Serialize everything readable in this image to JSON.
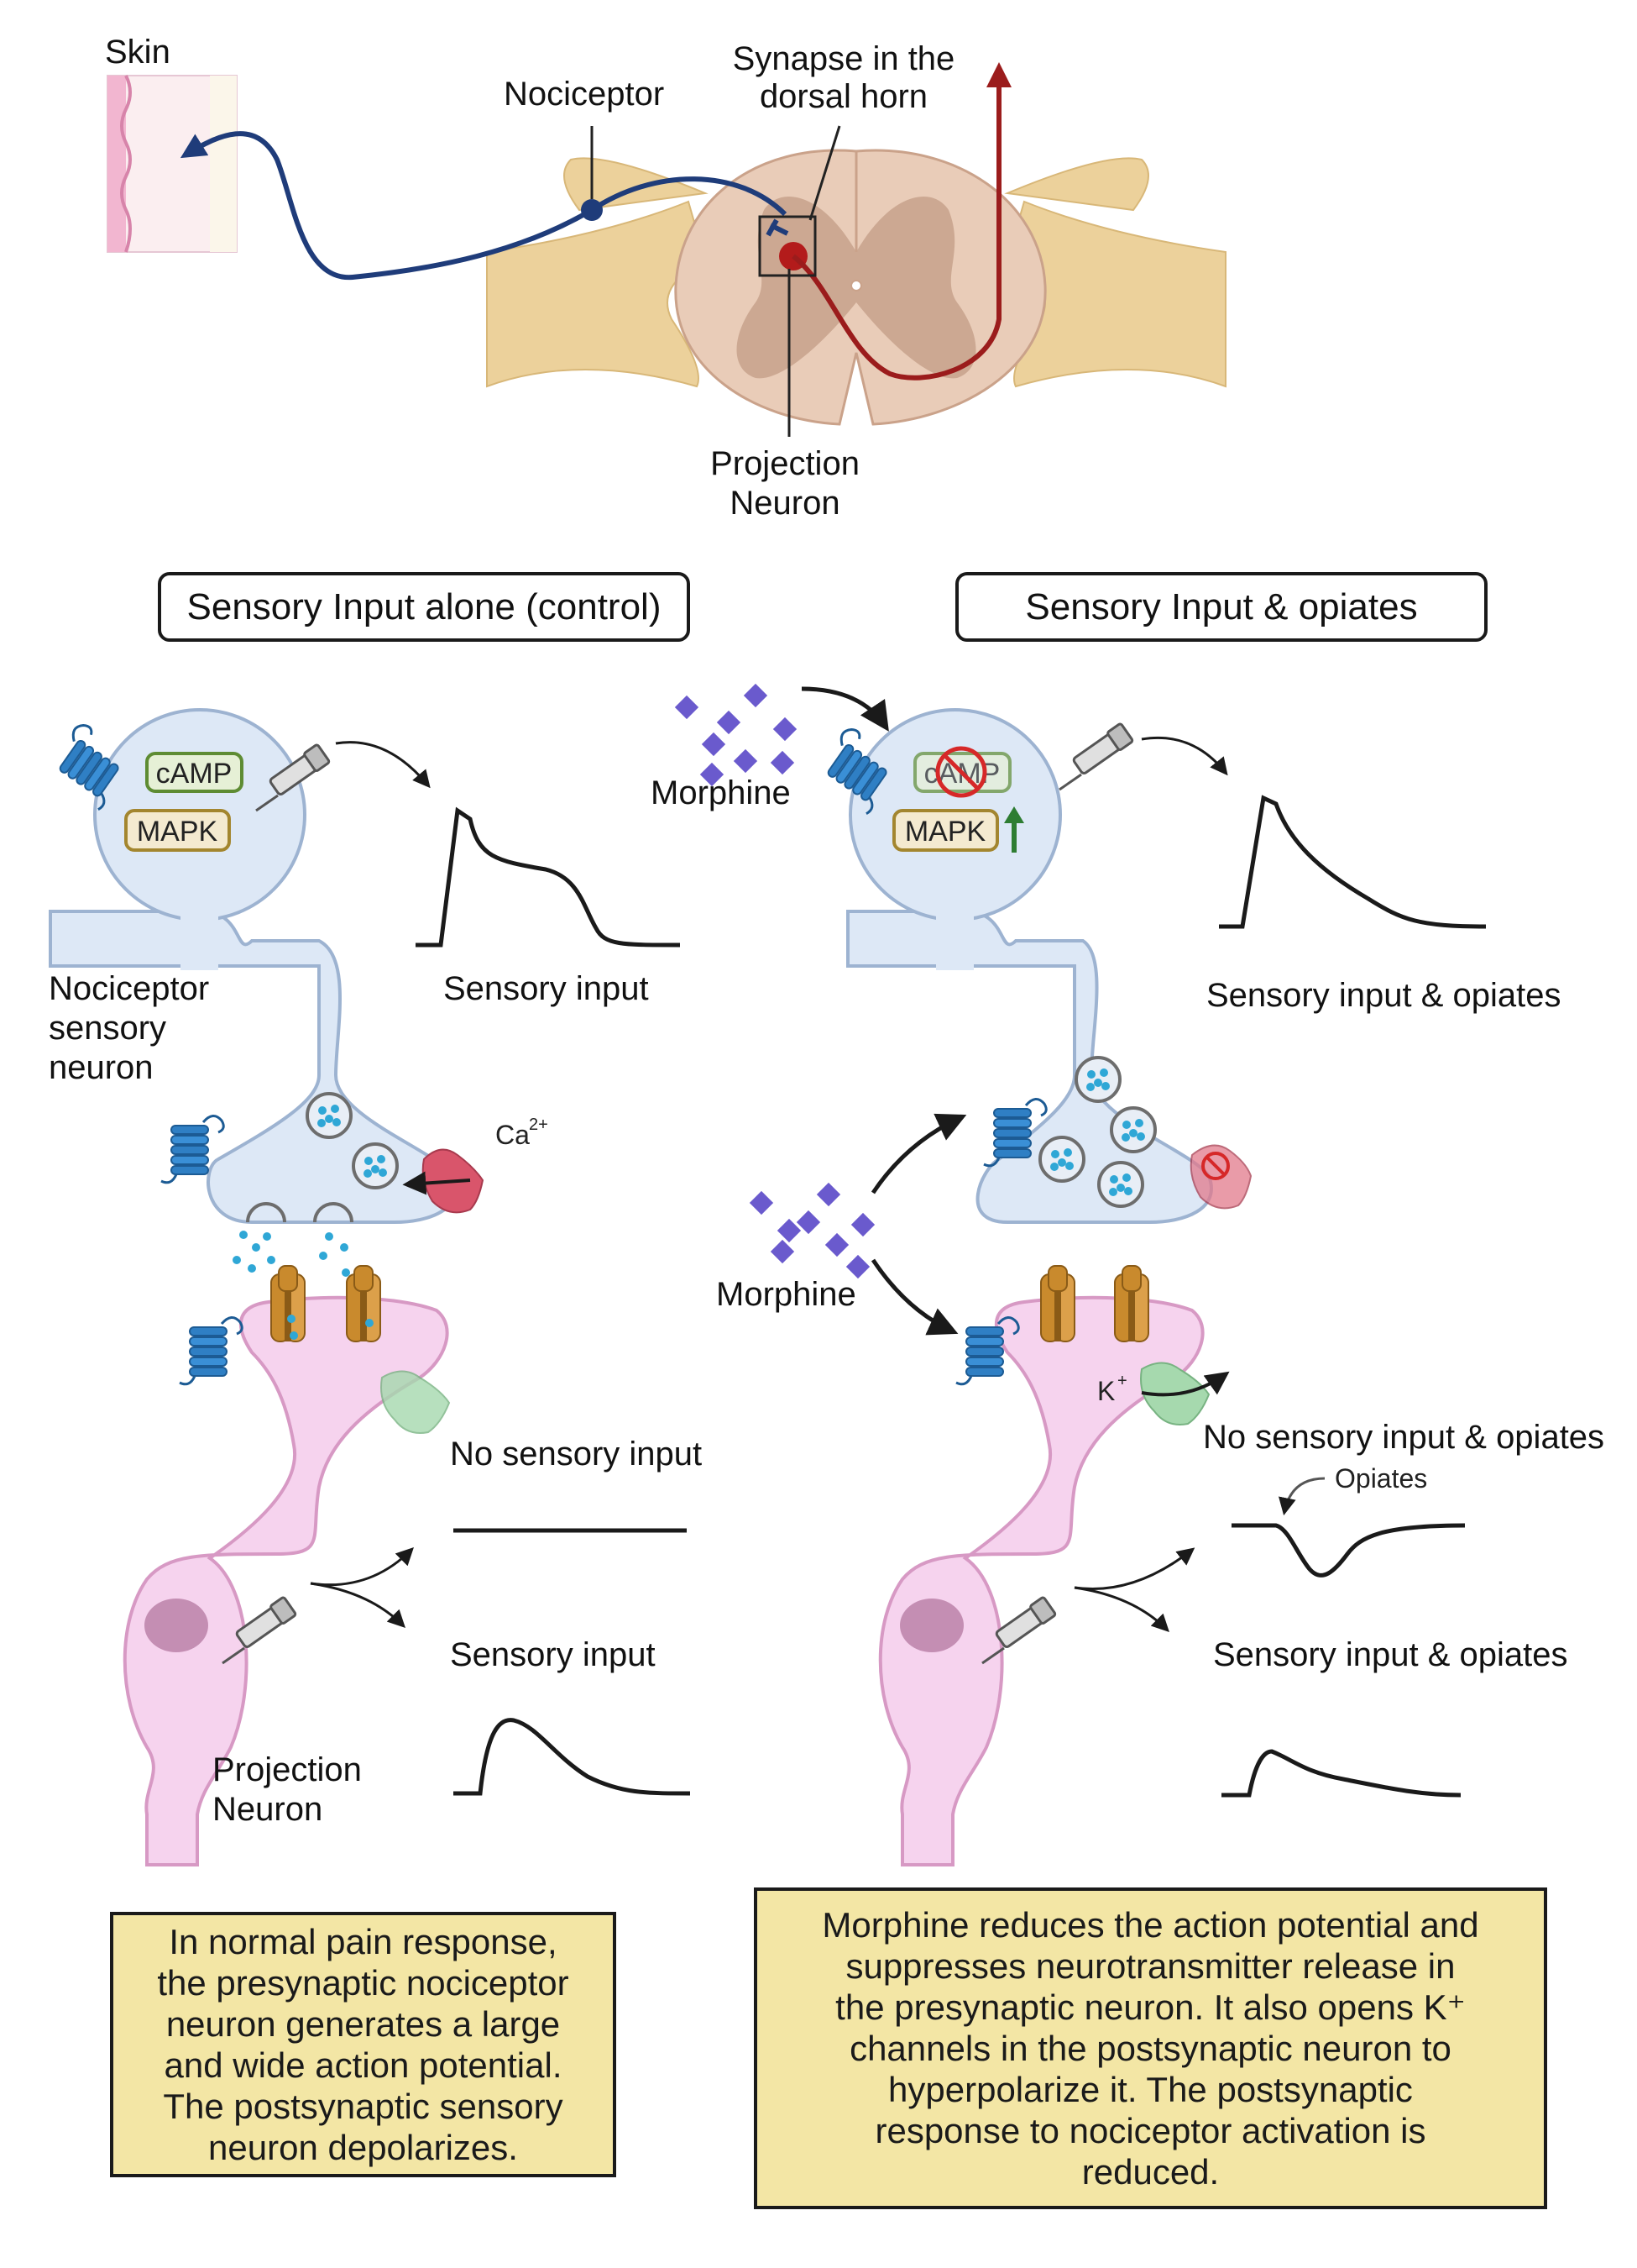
{
  "colors": {
    "nociceptor_axon": "#1f3c7a",
    "projection_axon": "#9b1c1c",
    "spinal_grey": "#c9a48e",
    "spinal_white": "#e9ccb8",
    "nerve_tan": "#ecd19b",
    "presynaptic_fill": "#dde8f6",
    "postsynaptic_fill": "#f6d3ee",
    "receptor_blue": "#2f7fc4",
    "camp_green": "#5e8c33",
    "mapk_gold": "#a3862f",
    "ca_channel": "#d9556b",
    "k_channel": "#8fcf99",
    "ampa_receptor": "#c98a2d",
    "vesicle_dot": "#2fa7d6",
    "morphine": "#6a5acd",
    "note_fill": "#f3e6a5"
  },
  "icons": [
    "skin-icon",
    "syringe-electrode-icon",
    "no-symbol-icon",
    "up-arrow-icon"
  ],
  "top": {
    "skin": "Skin",
    "nociceptor": "Nociceptor",
    "synapse_line1": "Synapse in the",
    "synapse_line2": "dorsal horn",
    "projection_line1": "Projection",
    "projection_line2": "Neuron"
  },
  "left": {
    "title": "Sensory Input alone (control)",
    "camp": "cAMP",
    "mapk": "MAPK",
    "trace_presyn": "Sensory input",
    "nociceptor_line1": "Nociceptor",
    "nociceptor_line2": "sensory",
    "nociceptor_line3": "neuron",
    "ca": "Ca",
    "ca_sup": "2+",
    "no_input": "No sensory input",
    "sensory_input": "Sensory input",
    "projection_line1": "Projection",
    "projection_line2": "Neuron",
    "note": [
      "In normal pain response,",
      "the presynaptic nociceptor",
      "neuron generates a large",
      "and wide action potential.",
      "The postsynaptic sensory",
      "neuron depolarizes."
    ]
  },
  "right": {
    "title": "Sensory Input & opiates",
    "morphine_top": "Morphine",
    "camp": "cAMP",
    "mapk": "MAPK",
    "trace_presyn": "Sensory input & opiates",
    "morphine_mid": "Morphine",
    "k": "K",
    "k_sup": "+",
    "no_input": "No sensory input & opiates",
    "opiates": "Opiates",
    "sensory_input": "Sensory input & opiates",
    "note": [
      "Morphine reduces the action potential and",
      "suppresses neurotransmitter release in",
      "the presynaptic neuron. It also opens K⁺",
      "channels in the postsynaptic neuron to",
      "hyperpolarize it. The postsynaptic",
      "response to nociceptor activation is",
      "reduced."
    ]
  }
}
